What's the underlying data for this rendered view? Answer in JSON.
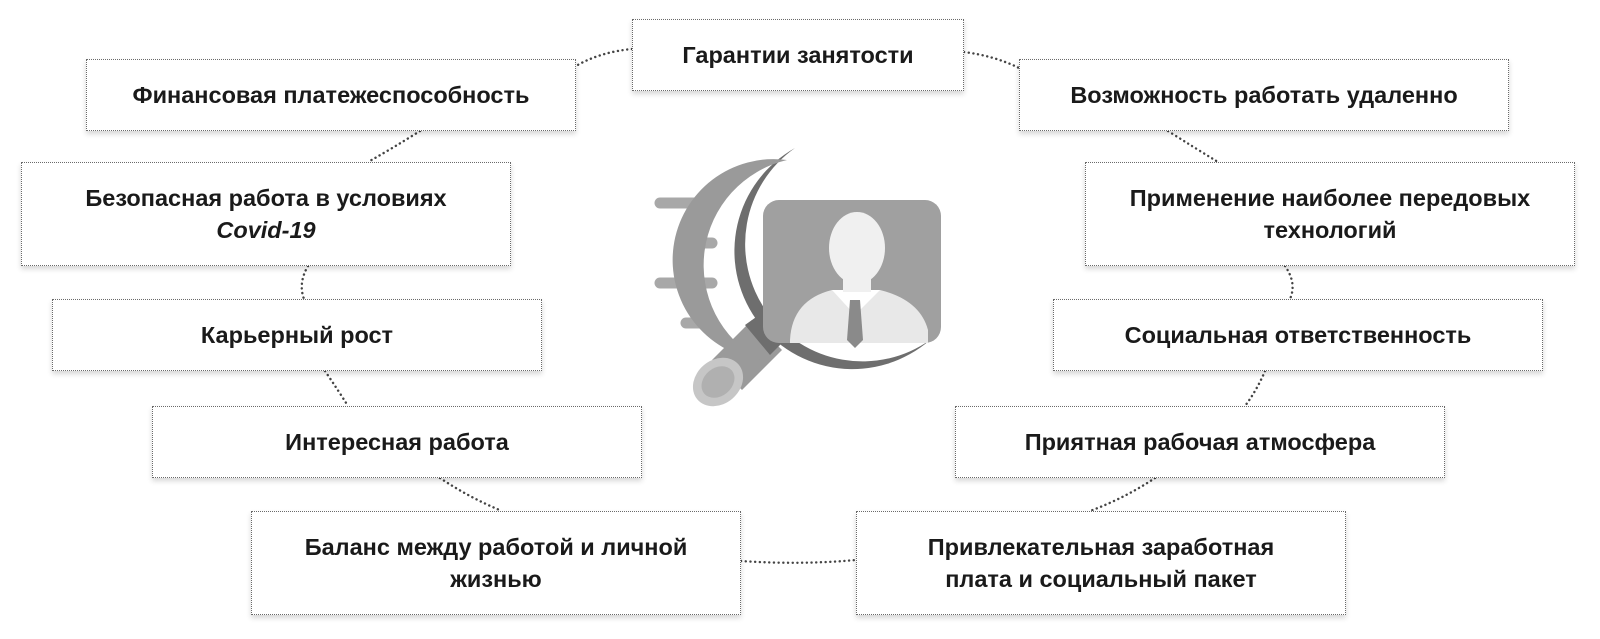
{
  "diagram": {
    "items": [
      {
        "lines": [
          "Гарантии занятости"
        ]
      },
      {
        "lines": [
          "Финансовая платежеспособность"
        ]
      },
      {
        "lines": [
          "Возможность работать удаленно"
        ]
      },
      {
        "lines": [
          "Безопасная работа в условиях",
          "Covid-19"
        ]
      },
      {
        "lines": [
          "Применение наиболее передовых",
          "технологий"
        ]
      },
      {
        "lines": [
          "Карьерный рост"
        ]
      },
      {
        "lines": [
          "Социальная ответственность"
        ]
      },
      {
        "lines": [
          "Интересная работа"
        ]
      },
      {
        "lines": [
          "Приятная рабочая атмосфера"
        ]
      },
      {
        "lines": [
          "Баланс между работой и личной",
          "жизнью"
        ]
      },
      {
        "lines": [
          "Привлекательная заработная",
          "плата и социальный пакет"
        ]
      }
    ],
    "center_icon": "magnifier-candidate-search-icon",
    "colors": {
      "text": "#1a1a1a",
      "border": "#6a6a6a",
      "icon_dark": "#6e6e6e",
      "icon_light": "#b8b8b8"
    }
  }
}
